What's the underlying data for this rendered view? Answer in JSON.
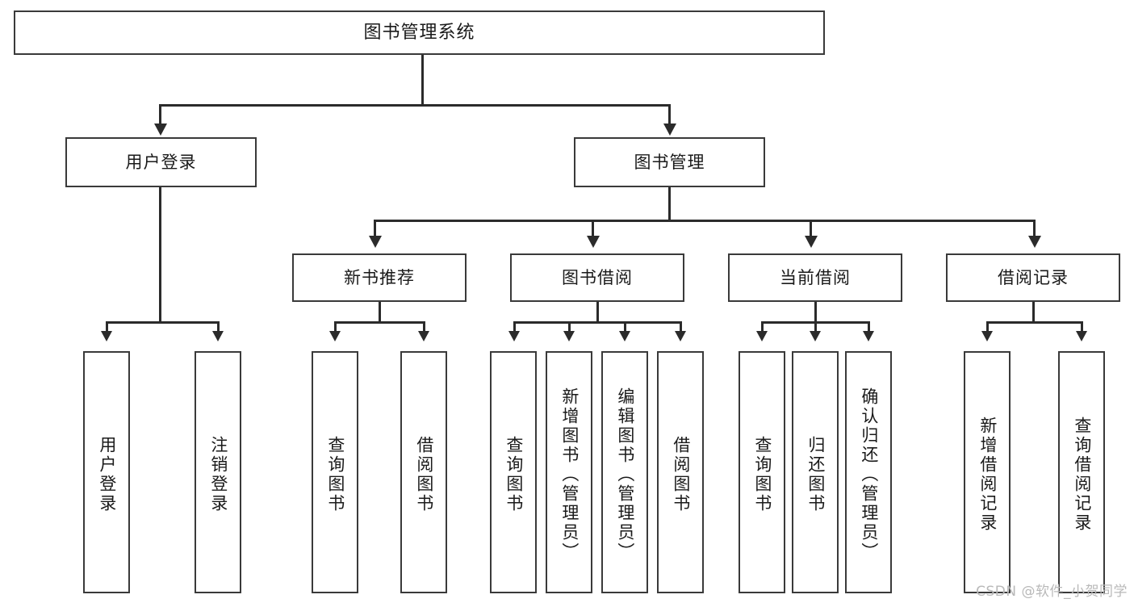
{
  "diagram": {
    "type": "tree-hierarchy",
    "title": "图书管理系统",
    "root": {
      "label": "图书管理系统"
    },
    "level2": [
      {
        "id": "user-login",
        "label": "用户登录"
      },
      {
        "id": "book-manage",
        "label": "图书管理"
      }
    ],
    "level3": [
      {
        "id": "new-book-recommend",
        "label": "新书推荐",
        "parent": "book-manage"
      },
      {
        "id": "book-borrow",
        "label": "图书借阅",
        "parent": "book-manage"
      },
      {
        "id": "current-borrow",
        "label": "当前借阅",
        "parent": "book-manage"
      },
      {
        "id": "borrow-record",
        "label": "借阅记录",
        "parent": "book-manage"
      }
    ],
    "leaves": {
      "user_login": [
        {
          "id": "leaf-user-login",
          "label": "用户登录"
        },
        {
          "id": "leaf-user-logout",
          "label": "注销登录"
        }
      ],
      "new_book_recommend": [
        {
          "id": "leaf-query-book-1",
          "label": "查询图书"
        },
        {
          "id": "leaf-borrow-book-1",
          "label": "借阅图书"
        }
      ],
      "book_borrow": [
        {
          "id": "leaf-query-book-2",
          "label": "查询图书"
        },
        {
          "id": "leaf-add-book",
          "label": "新增图书（管理员）"
        },
        {
          "id": "leaf-edit-book",
          "label": "编辑图书（管理员）"
        },
        {
          "id": "leaf-borrow-book-2",
          "label": "借阅图书"
        }
      ],
      "current_borrow": [
        {
          "id": "leaf-query-book-3",
          "label": "查询图书"
        },
        {
          "id": "leaf-return-book",
          "label": "归还图书"
        },
        {
          "id": "leaf-confirm-return",
          "label": "确认归还（管理员）"
        }
      ],
      "borrow_record": [
        {
          "id": "leaf-add-record",
          "label": "新增借阅记录"
        },
        {
          "id": "leaf-query-record",
          "label": "查询借阅记录"
        }
      ]
    }
  },
  "watermark": {
    "text": "CSDN @软件_小贺同学"
  },
  "colors": {
    "box_border": "#3a3a3a",
    "connector": "#2b2b2b",
    "background": "#ffffff",
    "text": "#1a1a1a",
    "watermark": "#b9b9b9"
  }
}
